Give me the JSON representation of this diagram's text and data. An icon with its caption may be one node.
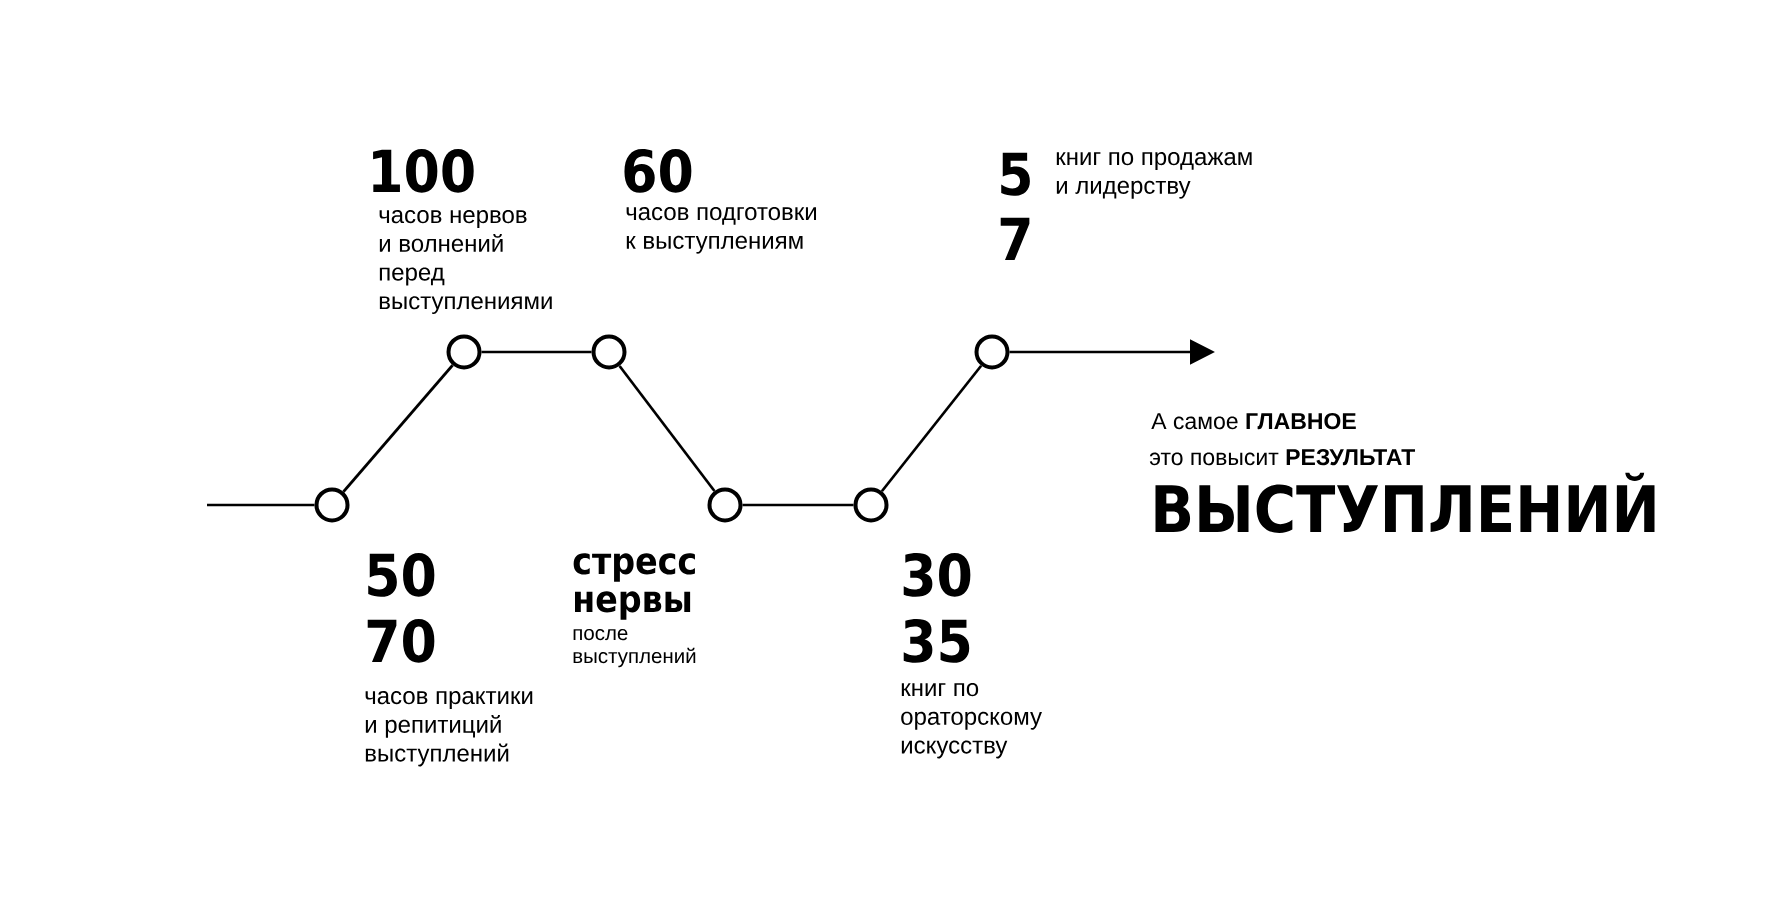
{
  "diagram": {
    "nodes": [
      {
        "text": [],
        "shape": "circle",
        "beside": [
          "50",
          "70",
          "часов практики и репитиций выступлений"
        ]
      },
      {
        "text": [],
        "shape": "circle",
        "beside": [
          "100",
          "часов нервов и волнений перед выступлениями"
        ]
      },
      {
        "text": [],
        "shape": "circle",
        "beside": [
          "60",
          "часов подготовки к выступлениям"
        ]
      },
      {
        "text": [],
        "shape": "circle",
        "beside": [
          "стресс нервы",
          "после выступлений"
        ]
      },
      {
        "text": [],
        "shape": "circle",
        "beside": [
          "30",
          "35",
          "книг по ораторскому искусству"
        ]
      },
      {
        "text": [],
        "shape": "circle",
        "beside": [
          "5",
          "7",
          "книг по продажам и лидерству"
        ]
      }
    ],
    "edges": [
      {
        "from": null,
        "to": 0,
        "arrow": "none"
      },
      {
        "from": 0,
        "to": 1,
        "arrow": "none"
      },
      {
        "from": 1,
        "to": 2,
        "arrow": "none"
      },
      {
        "from": 2,
        "to": 3,
        "arrow": "none"
      },
      {
        "from": 3,
        "to": 4,
        "arrow": "none"
      },
      {
        "from": 4,
        "to": 5,
        "arrow": "none"
      },
      {
        "from": 5,
        "to": null,
        "arrow": "to"
      }
    ],
    "labels": [
      "А самое **ГЛАВНОЕ**",
      "это повысит **РЕЗУЛЬТАТ**",
      "ВЫСТУПЛЕНИЙ"
    ]
  }
}
